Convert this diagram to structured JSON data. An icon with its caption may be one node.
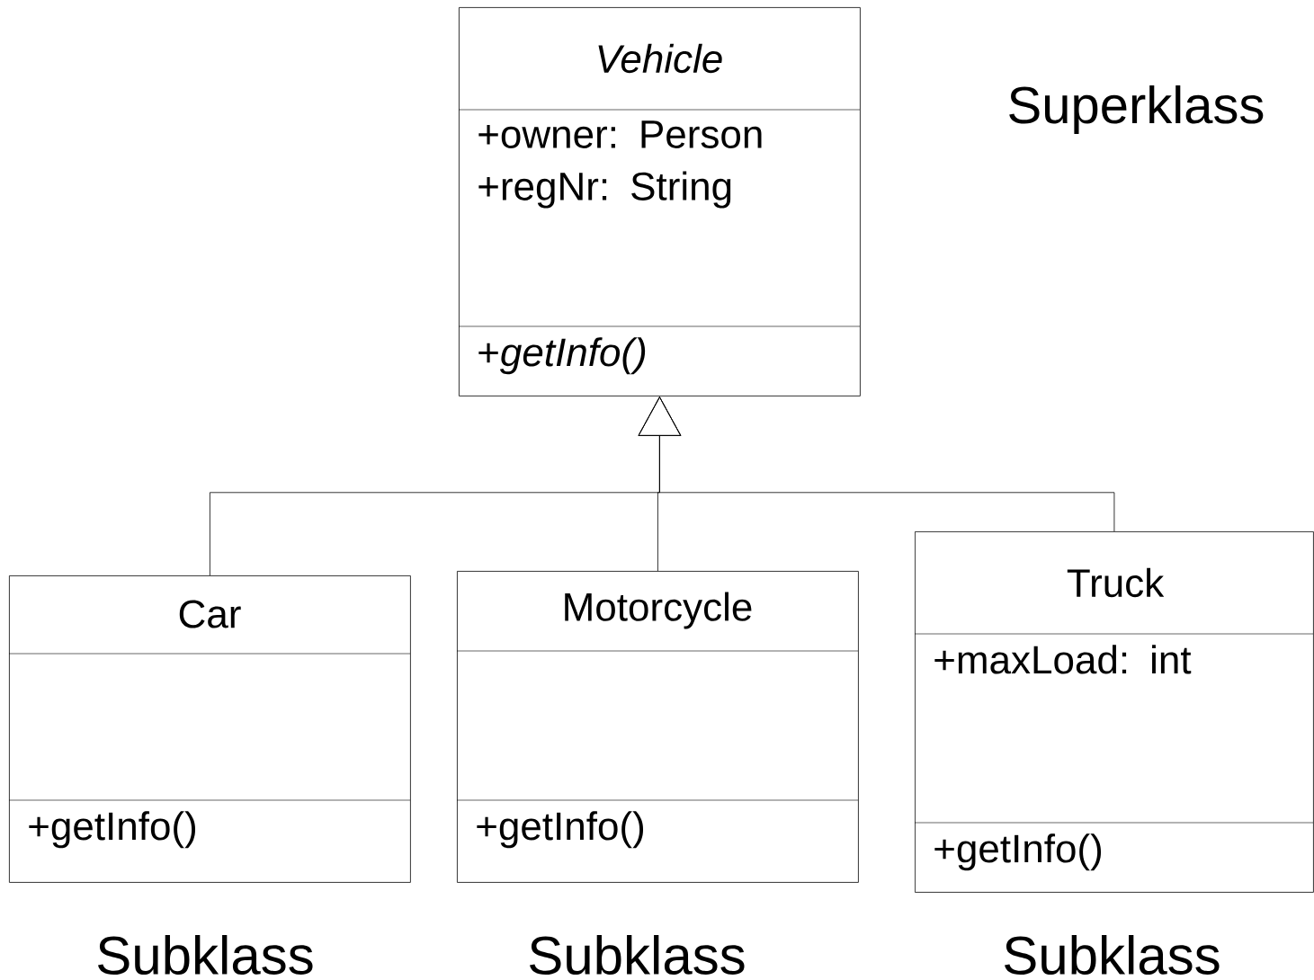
{
  "diagram": {
    "nodes": [
      {
        "text": [
          "*Vehicle*",
          "+owner: Person +regNr: String",
          "+*getInfo()*"
        ]
      },
      {
        "text": [
          "Car",
          "+getInfo()"
        ]
      },
      {
        "text": [
          "Motorcycle",
          "+getInfo()"
        ]
      },
      {
        "text": [
          "Truck",
          "+maxLoad: int",
          "+getInfo()"
        ]
      }
    ],
    "edges": [
      {
        "from": 1,
        "to": 0,
        "arrow": "to"
      },
      {
        "from": 2,
        "to": 0,
        "arrow": "to"
      },
      {
        "from": 3,
        "to": 0,
        "arrow": "to"
      }
    ],
    "labels": [
      "Superklass",
      "Subklass",
      "Subklass",
      "Subklass"
    ]
  }
}
